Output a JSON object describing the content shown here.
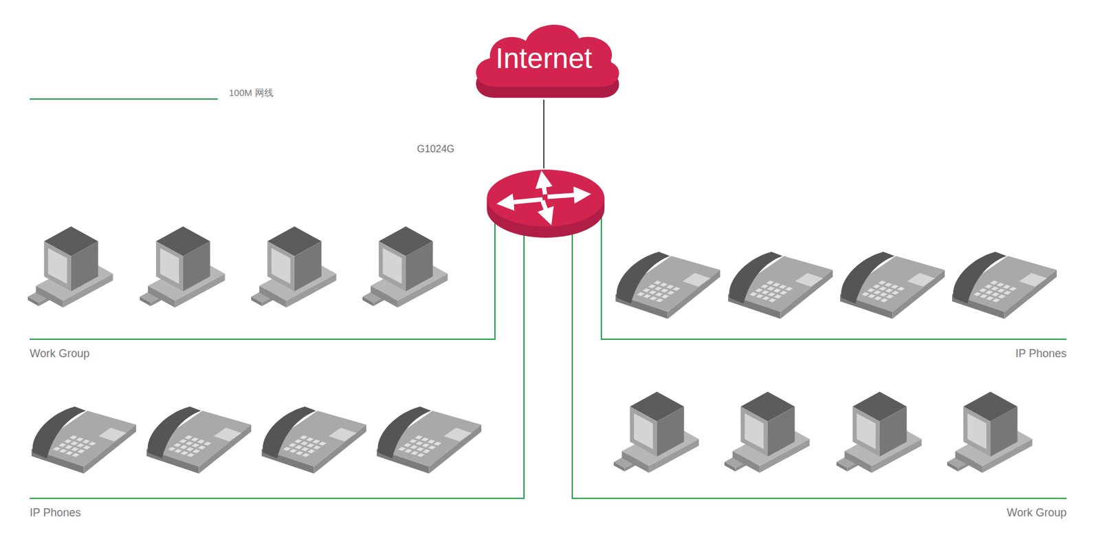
{
  "diagram": {
    "nodes": [
      {
        "text": [
          "Internet"
        ]
      },
      {
        "text": [
          "G1024G"
        ]
      },
      {
        "text": [
          "Work Group"
        ]
      },
      {
        "text": [
          "IP Phones"
        ]
      },
      {
        "text": [
          "IP Phones"
        ]
      },
      {
        "text": [
          "Work Group"
        ]
      }
    ],
    "edges": [
      {
        "from": 0,
        "to": 1,
        "arrow": "none"
      },
      {
        "from": 1,
        "to": 2,
        "arrow": "none"
      },
      {
        "from": 1,
        "to": 3,
        "arrow": "none"
      },
      {
        "from": 1,
        "to": 4,
        "arrow": "none"
      },
      {
        "from": 1,
        "to": 5,
        "arrow": "none"
      }
    ],
    "legend": [
      {
        "text": "100M 网线"
      }
    ]
  }
}
